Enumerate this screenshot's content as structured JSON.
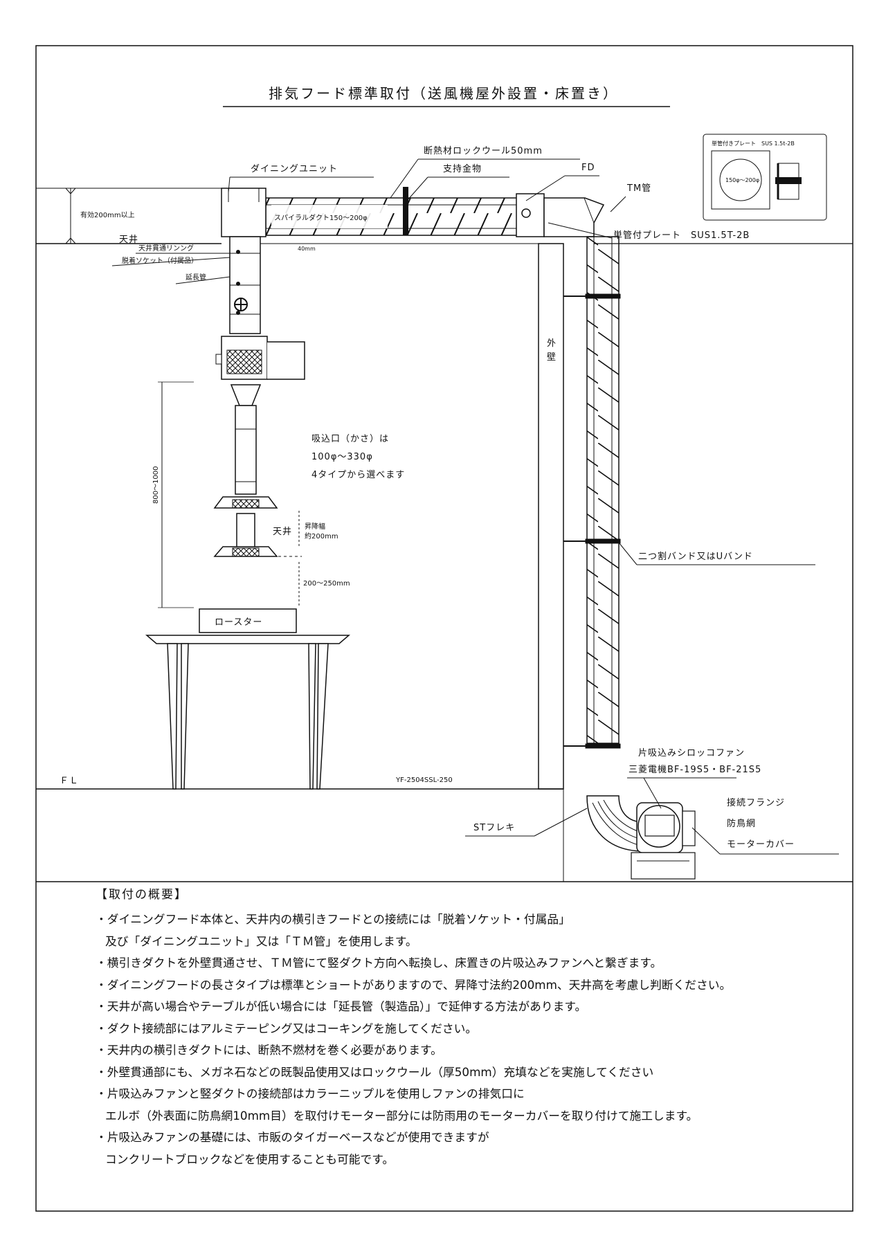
{
  "title": "排気フード標準取付（送風機屋外設置・床置き）",
  "labels": {
    "insulation": "断熱材ロックウール50mm",
    "dining_unit": "ダイニングユニット",
    "support_bracket": "支持金物",
    "fd": "FD",
    "tm_pipe": "TM管",
    "effective_space": "有効200mm以上",
    "ceiling": "天井",
    "ceiling_ring": "天井貫通リンング",
    "detach_socket": "脱着ソケット（付属品）",
    "extension_pipe": "延長管",
    "dim_40": "40mm",
    "spiral_duct": "スパイラルダクト150～200φ",
    "plate_with_pipe": "単管付プレート　SUS1.5T-2B",
    "outer_wall": "外壁",
    "intake_line1": "吸込口（かさ）は",
    "intake_line2": "100φ～330φ",
    "intake_line3": "4タイプから選べます",
    "dim_800_1000": "800～1000",
    "ceiling_lower": "天井",
    "lift_range_1": "昇降幅",
    "lift_range_2": "約200mm",
    "dim_200_250": "200～250mm",
    "roaster": "ロースター",
    "split_band": "二つ割バンド又はUバンド",
    "fl": "ＦＬ",
    "model_no": "YF-2504SSL-250",
    "fan_name_1": "片吸込みシロッコファン",
    "fan_name_2": "三菱電機BF-19S5・BF-21S5",
    "st_flex": "STフレキ",
    "flange": "接続フランジ",
    "bird_net": "防鳥網",
    "motor_cover": "モーターカバー"
  },
  "inset": {
    "title": "単管付きプレート　SUS 1.5t-2B",
    "circle": "150φ～200φ"
  },
  "notes": {
    "heading": "【取付の概要】",
    "lines": [
      "・ダイニングフード本体と、天井内の横引きフードとの接続には「脱着ソケット・付属品」",
      "及び「ダイニングユニット」又は「ＴＭ管」を使用します。",
      "・横引きダクトを外壁貫通させ、ＴＭ管にて竪ダクト方向へ転換し、床置きの片吸込みファンへと繋ぎます。",
      "・ダイニングフードの長さタイプは標準とショートがありますので、昇降寸法約200mm、天井高を考慮し判断ください。",
      "・天井が高い場合やテーブルが低い場合には「延長管（製造品）」で延伸する方法があります。",
      "・ダクト接続部にはアルミテーピング又はコーキングを施してください。",
      "・天井内の横引きダクトには、断熱不燃材を巻く必要があります。",
      "・外壁貫通部にも、メガネ石などの既製品使用又はロックウール（厚50mm）充填などを実施してください",
      "・片吸込みファンと竪ダクトの接続部はカラーニップルを使用しファンの排気口に",
      "エルボ（外表面に防鳥網10mm目）を取付けモーター部分には防雨用のモーターカバーを取り付けて施工します。",
      "・片吸込みファンの基礎には、市販のタイガーベースなどが使用できますが",
      "コンクリートブロックなどを使用することも可能です。"
    ]
  }
}
